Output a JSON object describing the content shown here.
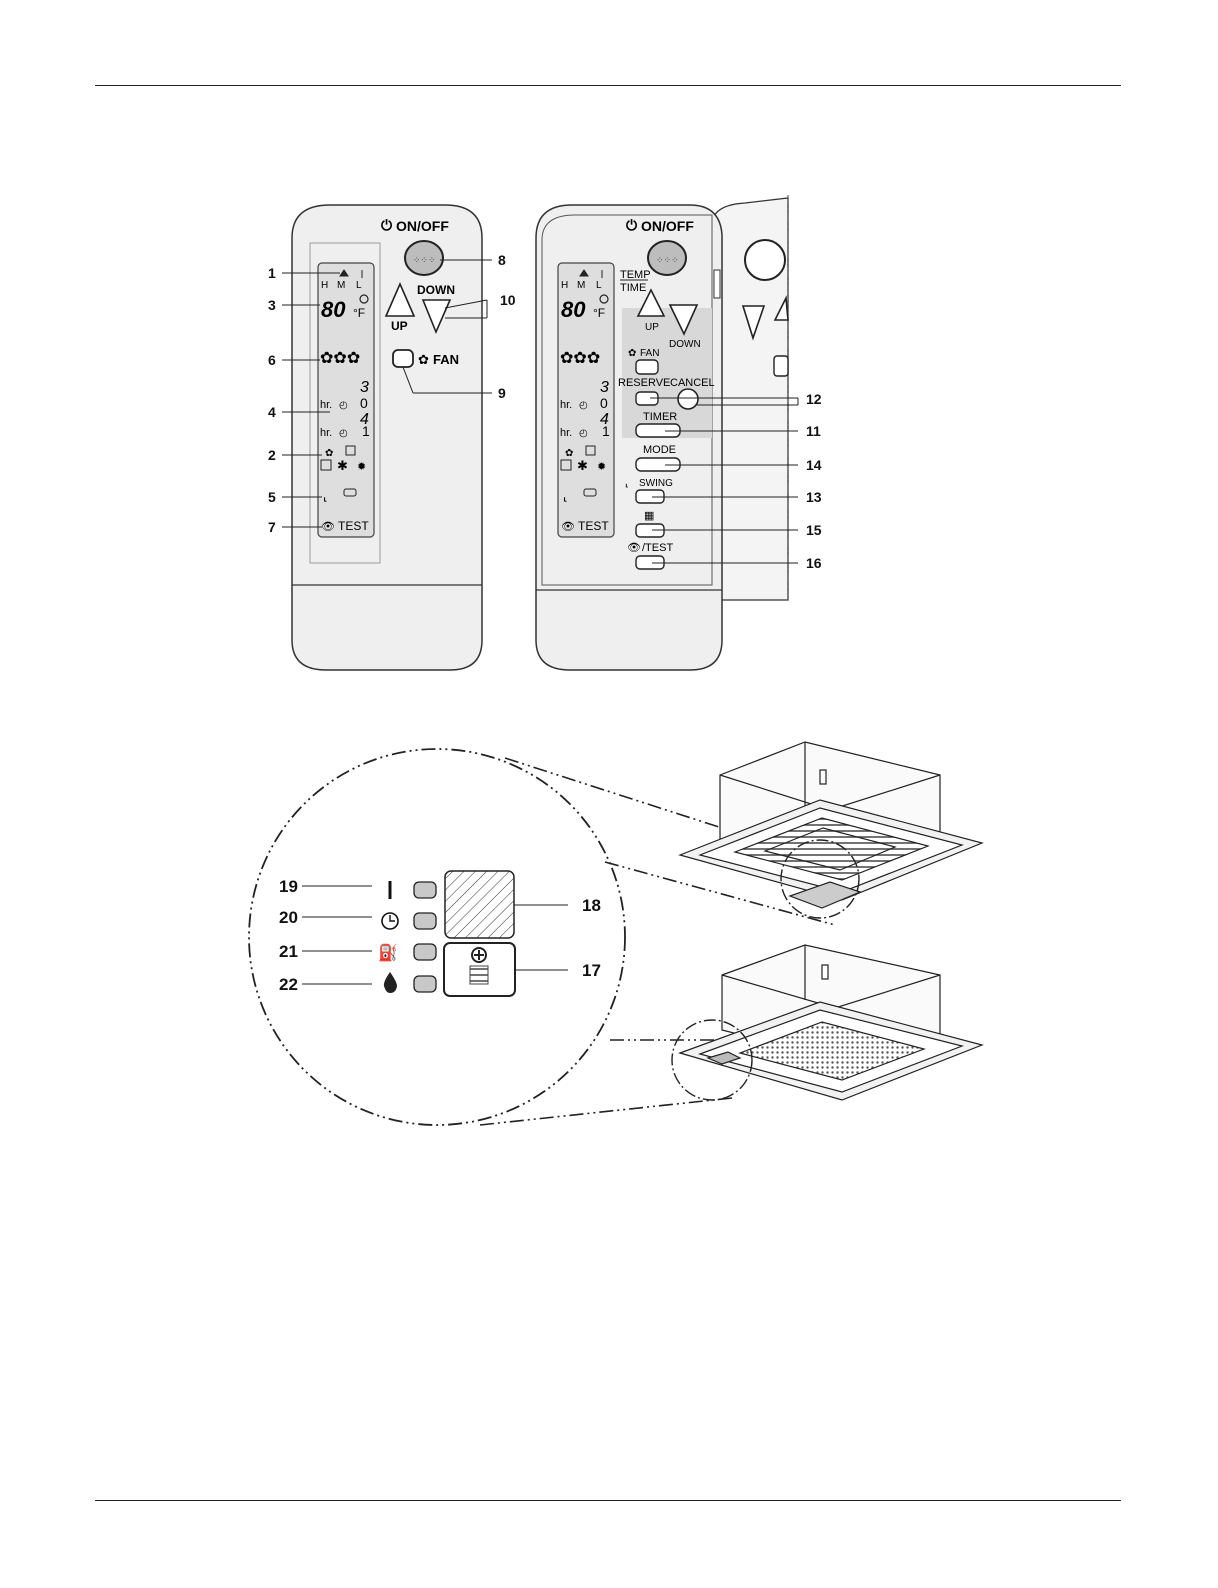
{
  "remote_left": {
    "on_off_label": "ON/OFF",
    "fan_mode_letters": [
      "H",
      "M",
      "L"
    ],
    "temp_display": "80",
    "temp_unit": "°F",
    "up_label": "UP",
    "down_label": "DOWN",
    "fan_label": "FAN",
    "timer_hr_label": "hr.",
    "timer_digit_top": "3",
    "timer_digit_mid_top": "0",
    "timer_digit_mid": "4",
    "timer_digit_bottom": "1",
    "test_label": "TEST",
    "callouts": [
      "1",
      "3",
      "6",
      "4",
      "2",
      "5",
      "7",
      "8",
      "10",
      "9"
    ]
  },
  "remote_right": {
    "on_off_label": "ON/OFF",
    "temp_time_label_top": "TEMP",
    "temp_time_label_bottom": "TIME",
    "fan_mode_letters": [
      "H",
      "M",
      "L"
    ],
    "temp_display": "80",
    "temp_unit": "°F",
    "up_label": "UP",
    "down_label": "DOWN",
    "fan_label": "FAN",
    "reserve_label": "RESERVE",
    "cancel_label": "CANCEL",
    "timer_label": "TIMER",
    "mode_label": "MODE",
    "swing_label": "SWING",
    "test_label": "/TEST",
    "test_label_screen": "TEST",
    "timer_hr_label": "hr.",
    "timer_digit_top": "3",
    "timer_digit_mid_top": "0",
    "timer_digit_mid": "4",
    "timer_digit_bottom": "1",
    "callouts": [
      "12",
      "11",
      "14",
      "13",
      "15",
      "16"
    ]
  },
  "indicator_panel": {
    "callouts_left": [
      "19",
      "20",
      "21",
      "22"
    ],
    "callouts_right": [
      "18",
      "17"
    ]
  }
}
